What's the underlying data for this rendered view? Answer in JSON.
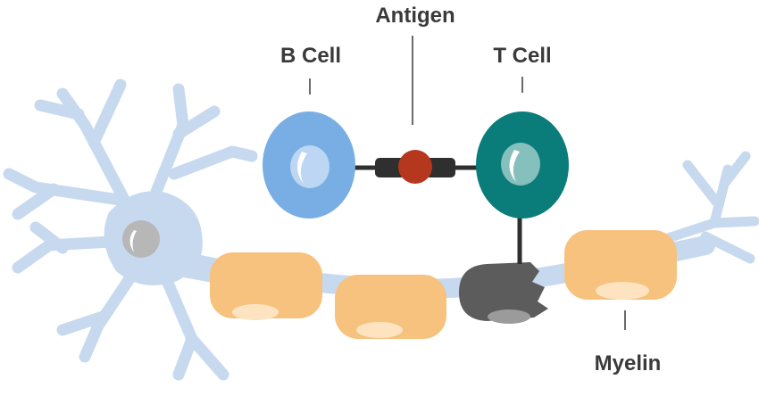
{
  "labels": {
    "antigen": "Antigen",
    "b_cell": "B Cell",
    "t_cell": "T Cell",
    "myelin": "Myelin"
  },
  "colors": {
    "b_cell": "#78aee4",
    "t_cell": "#0a7d7a",
    "antigen": "#b5371e",
    "myelin": "#f6c27e",
    "damaged_myelin": "#5c5c5c",
    "neuron": "#c7d9ef",
    "neuron_nucleus": "#b7b7b7",
    "connector": "#2f2f2f",
    "label_text": "#3a3a3a"
  }
}
